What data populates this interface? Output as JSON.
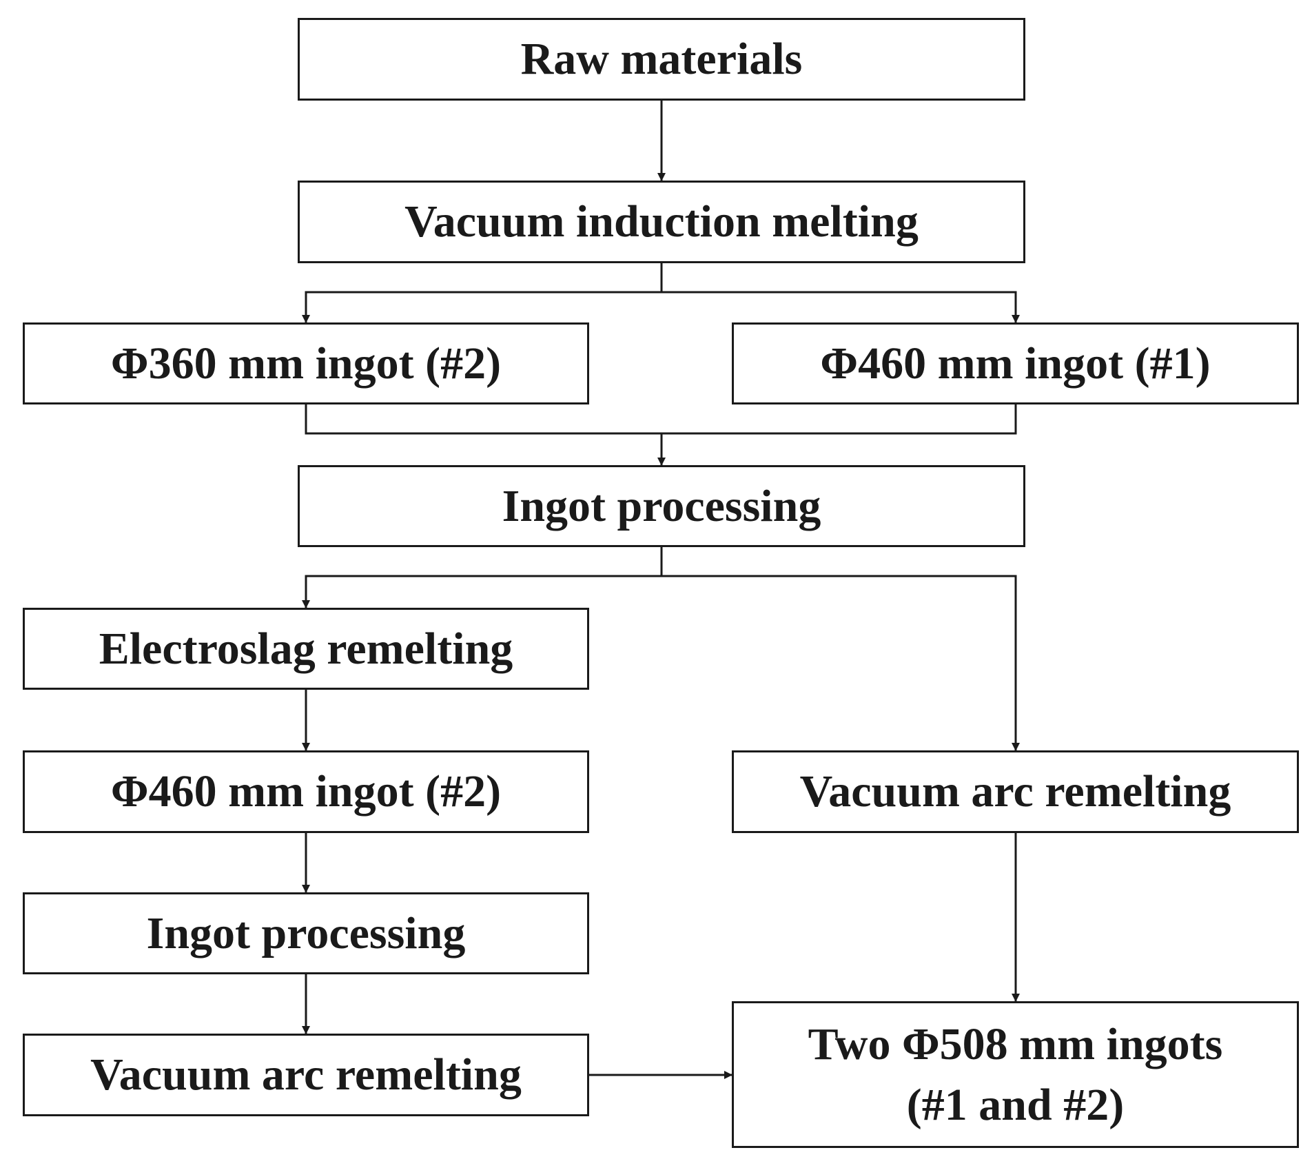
{
  "diagram": {
    "colors": {
      "stroke": "#1a1a1a",
      "box_fill": "#ffffff",
      "text": "#1a1a1a"
    },
    "nodes": {
      "raw_materials": {
        "label": "Raw materials"
      },
      "vacuum_induction_melting": {
        "label": "Vacuum induction melting"
      },
      "ingot_360_2": {
        "label": "Φ360 mm ingot (#2)"
      },
      "ingot_460_1": {
        "label": "Φ460 mm ingot (#1)"
      },
      "ingot_processing_1": {
        "label": "Ingot processing"
      },
      "electroslag_remelting": {
        "label": "Electroslag remelting"
      },
      "ingot_460_2": {
        "label": "Φ460 mm ingot (#2)"
      },
      "ingot_processing_2": {
        "label": "Ingot processing"
      },
      "vacuum_arc_remelting_left": {
        "label": "Vacuum arc remelting"
      },
      "vacuum_arc_remelting_right": {
        "label": "Vacuum arc remelting"
      },
      "final_ingots": {
        "line1": "Two Φ508 mm ingots",
        "line2": "(#1 and #2)"
      }
    }
  }
}
